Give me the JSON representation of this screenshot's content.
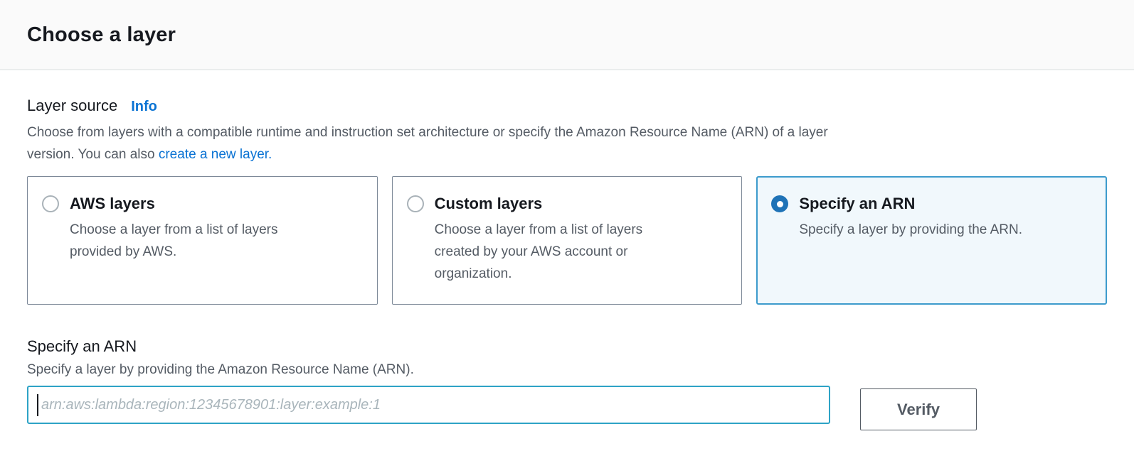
{
  "header": {
    "title": "Choose a layer"
  },
  "layer_source": {
    "label": "Layer source",
    "info_link": "Info",
    "description_line1": "Choose from layers with a compatible runtime and instruction set architecture or specify the Amazon Resource Name (ARN) of a layer",
    "description_line2": "version. You can also ",
    "create_link": "create a new layer.",
    "options": [
      {
        "title": "AWS layers",
        "description": "Choose a layer from a list of layers provided by AWS.",
        "selected": false
      },
      {
        "title": "Custom layers",
        "description": "Choose a layer from a list of layers created by your AWS account or organization.",
        "selected": false
      },
      {
        "title": "Specify an ARN",
        "description": "Specify a layer by providing the ARN.",
        "selected": true
      }
    ]
  },
  "arn_section": {
    "title": "Specify an ARN",
    "description": "Specify a layer by providing the Amazon Resource Name (ARN).",
    "input_value": "",
    "input_placeholder": "arn:aws:lambda:region:12345678901:layer:example:1",
    "verify_button": "Verify"
  },
  "colors": {
    "accent_blue": "#0972d3",
    "radio_selected": "#1f73b7",
    "selected_tile_border": "#3d9bcc",
    "selected_tile_bg": "#f1f8fc",
    "input_focus_border": "#2ea3c6",
    "header_bg": "#fafafa",
    "divider": "#eaeded",
    "heading_text": "#16191f",
    "body_text": "#545b64",
    "tile_border": "#7d8998",
    "button_border": "#545b64"
  }
}
